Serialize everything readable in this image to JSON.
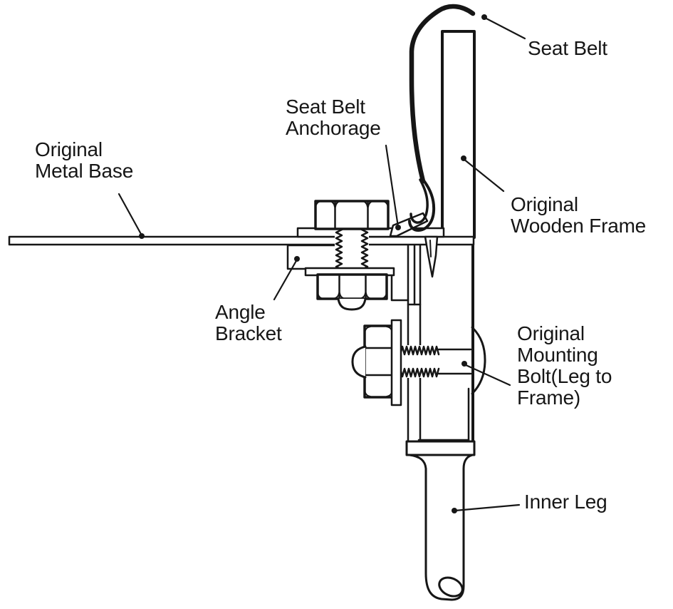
{
  "diagram": {
    "colors": {
      "ink": "#161616",
      "paper": "#ffffff"
    },
    "labels": {
      "seat_belt": {
        "lines": [
          "Seat Belt"
        ]
      },
      "seat_belt_anchorage": {
        "lines": [
          "Seat Belt",
          "Anchorage"
        ]
      },
      "original_metal_base": {
        "lines": [
          "Original",
          "Metal Base"
        ]
      },
      "original_wooden_frame": {
        "lines": [
          "Original",
          "Wooden Frame"
        ]
      },
      "angle_bracket": {
        "lines": [
          "Angle",
          "Bracket"
        ]
      },
      "original_mounting_bolt": {
        "lines": [
          "Original",
          "Mounting",
          "Bolt(Leg to",
          "Frame)"
        ]
      },
      "inner_leg": {
        "lines": [
          "Inner Leg"
        ]
      }
    }
  }
}
